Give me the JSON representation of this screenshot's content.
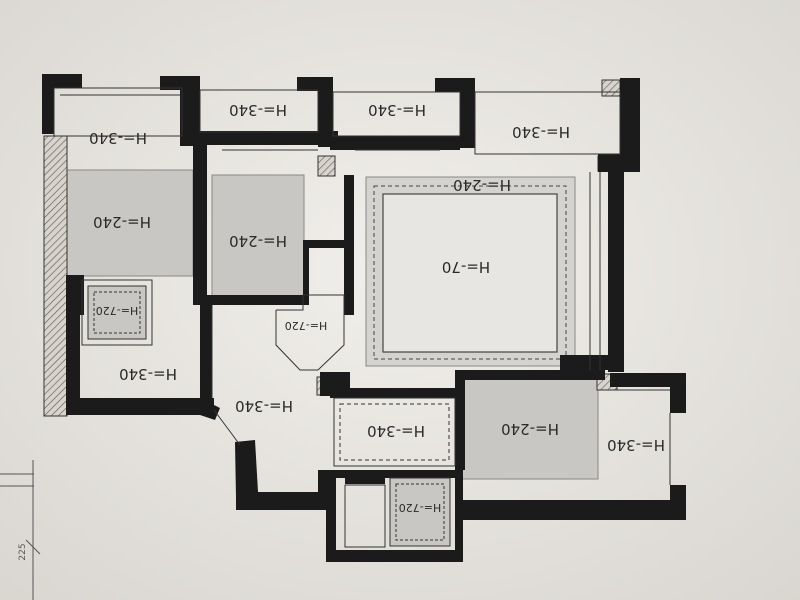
{
  "plan": {
    "labels": {
      "room_top_left": "H=-340",
      "corridor_top_1": "H=-340",
      "corridor_top_2": "H=-340",
      "room_top_right": "H=-340",
      "left_recess": "H=-240",
      "middle_recess": "H=-240",
      "center_living": "H=-70",
      "center_living_border": "H=-240",
      "shaft_left": "H=-720",
      "shaft_mid": "H=-720",
      "room_left_lower": "H=-340",
      "hall_lower": "H=-340",
      "bath_box": "H=-340",
      "room_right_recess": "H=-240",
      "room_right": "H=-340",
      "shaft_bottom": "H=-720"
    },
    "dimension_text": "225"
  }
}
